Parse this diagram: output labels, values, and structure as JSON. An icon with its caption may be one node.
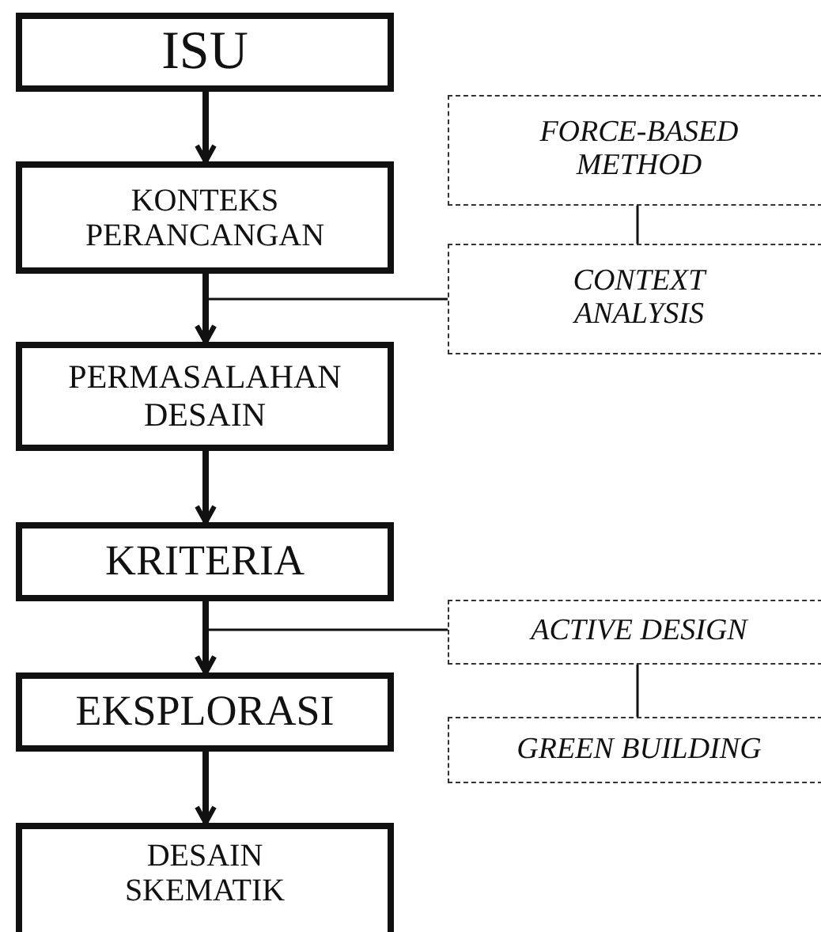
{
  "diagram": {
    "nodes": [
      {
        "text": [
          "ISU"
        ]
      },
      {
        "text": [
          "KONTEKS PERANCANGAN"
        ]
      },
      {
        "text": [
          "PERMASALAHAN DESAIN"
        ]
      },
      {
        "text": [
          "KRITERIA"
        ]
      },
      {
        "text": [
          "EKSPLORASI"
        ]
      },
      {
        "text": [
          "DESAIN SKEMATIK"
        ]
      },
      {
        "text": [
          "FORCE-BASED METHOD"
        ]
      },
      {
        "text": [
          "CONTEXT ANALYSIS"
        ]
      },
      {
        "text": [
          "ACTIVE DESIGN"
        ]
      },
      {
        "text": [
          "GREEN BUILDING"
        ]
      }
    ],
    "edges": [
      {
        "from": 0,
        "to": 1,
        "arrow": "to"
      },
      {
        "from": 1,
        "to": 2,
        "arrow": "to"
      },
      {
        "from": 2,
        "to": 3,
        "arrow": "to"
      },
      {
        "from": 3,
        "to": 4,
        "arrow": "to"
      },
      {
        "from": 4,
        "to": 5,
        "arrow": "to"
      },
      {
        "from": 7,
        "to": 2,
        "arrow": "to"
      },
      {
        "from": 6,
        "to": 7,
        "arrow": "none"
      },
      {
        "from": 8,
        "to": 4,
        "arrow": "to"
      },
      {
        "from": 8,
        "to": 9,
        "arrow": "none"
      }
    ]
  }
}
